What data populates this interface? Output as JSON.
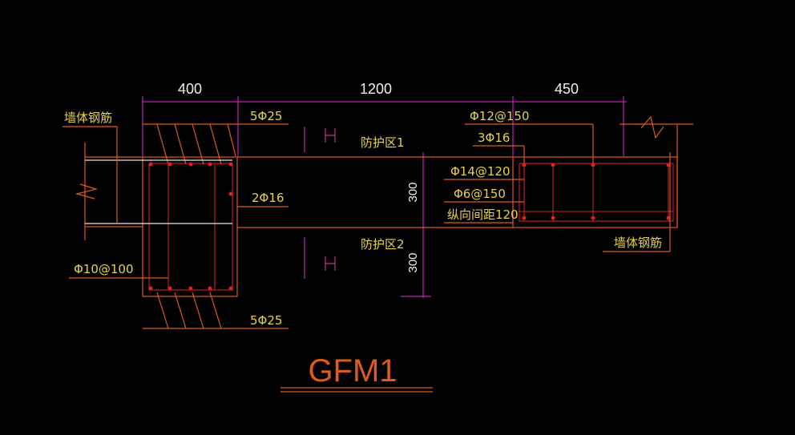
{
  "dims": {
    "d1": "400",
    "d2": "1200",
    "d3": "450",
    "d4": "300",
    "d5": "300"
  },
  "labels": {
    "wall_rebar_left": "墙体钢筋",
    "wall_rebar_right": "墙体钢筋",
    "top_5phi25": "5Φ25",
    "bottom_5phi25": "5Φ25",
    "two_phi16": "2Φ16",
    "phi10_100": "Φ10@100",
    "zone1": "防护区1",
    "zone2": "防护区2",
    "phi12_150": "Φ12@150",
    "three_phi16": "3Φ16",
    "phi14_120": "Φ14@120",
    "phi6_150": "Φ6@150",
    "long_spacing": "纵向间距120"
  },
  "title": "GFM1",
  "colors": {
    "outline": "#e05a1a",
    "dimension": "#e028e0",
    "text": "#e8d24a",
    "rebar": "#e02020"
  }
}
